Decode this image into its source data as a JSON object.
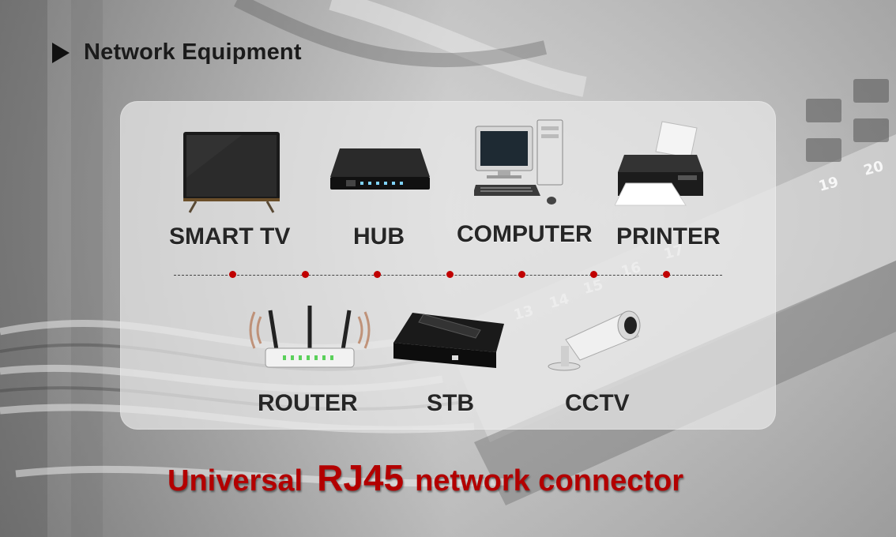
{
  "header": {
    "title": "Network Equipment",
    "icon": "play-triangle-icon"
  },
  "devices_top": [
    {
      "id": "smart-tv",
      "label": "SMART TV",
      "icon": "smart-tv-icon"
    },
    {
      "id": "hub",
      "label": "HUB",
      "icon": "hub-icon"
    },
    {
      "id": "computer",
      "label": "COMPUTER",
      "icon": "computer-icon"
    },
    {
      "id": "printer",
      "label": "PRINTER",
      "icon": "printer-icon"
    }
  ],
  "devices_bottom": [
    {
      "id": "router",
      "label": "ROUTER",
      "icon": "router-icon"
    },
    {
      "id": "stb",
      "label": "STB",
      "icon": "set-top-box-icon"
    },
    {
      "id": "cctv",
      "label": "CCTV",
      "icon": "cctv-camera-icon"
    }
  ],
  "slogan": {
    "part1": "Universal",
    "part2": "RJ45",
    "part3": "network connector"
  },
  "background_labels": [
    "13",
    "14",
    "15",
    "16",
    "17",
    "19",
    "20"
  ],
  "colors": {
    "accent": "#c00000",
    "slogan": "#b30000",
    "text": "#262626"
  }
}
